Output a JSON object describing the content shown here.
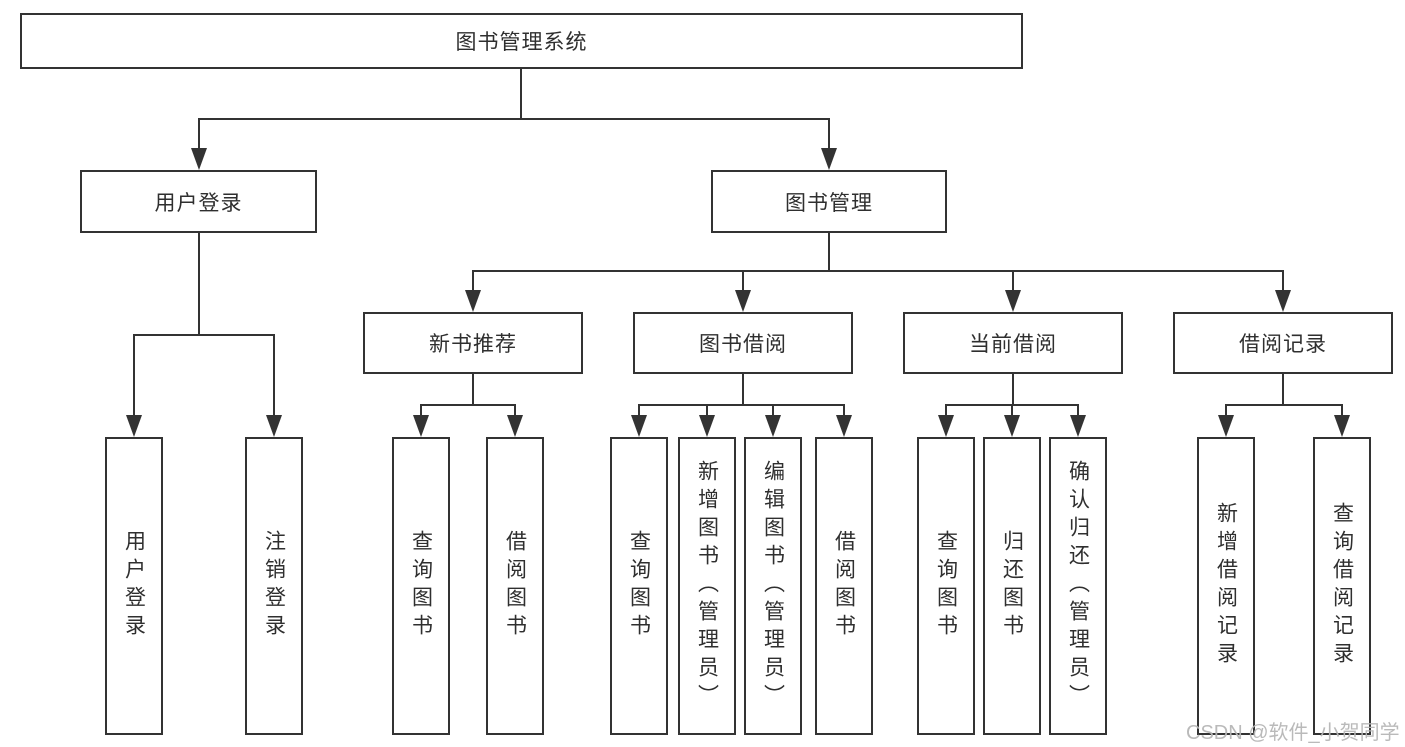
{
  "diagram_type": "function-structure-tree",
  "colors": {
    "background": "#ffffff",
    "line": "#333333",
    "node_border": "#333333",
    "node_fill": "#ffffff",
    "node_text": "#2f2f2f",
    "watermark_text": "#b6b6b6"
  },
  "tree": {
    "label": "图书管理系统",
    "children": [
      {
        "label": "用户登录",
        "children": [
          {
            "label": "用户登录"
          },
          {
            "label": "注销登录"
          }
        ]
      },
      {
        "label": "图书管理",
        "children": [
          {
            "label": "新书推荐",
            "children": [
              {
                "label": "查询图书"
              },
              {
                "label": "借阅图书"
              }
            ]
          },
          {
            "label": "图书借阅",
            "children": [
              {
                "label": "查询图书"
              },
              {
                "label": "新增图书（管理员）"
              },
              {
                "label": "编辑图书（管理员）"
              },
              {
                "label": "借阅图书"
              }
            ]
          },
          {
            "label": "当前借阅",
            "children": [
              {
                "label": "查询图书"
              },
              {
                "label": "归还图书"
              },
              {
                "label": "确认归还（管理员）"
              }
            ]
          },
          {
            "label": "借阅记录",
            "children": [
              {
                "label": "新增借阅记录"
              },
              {
                "label": "查询借阅记录"
              }
            ]
          }
        ]
      }
    ]
  },
  "watermark": {
    "text": "CSDN @软件_小贺同学"
  }
}
